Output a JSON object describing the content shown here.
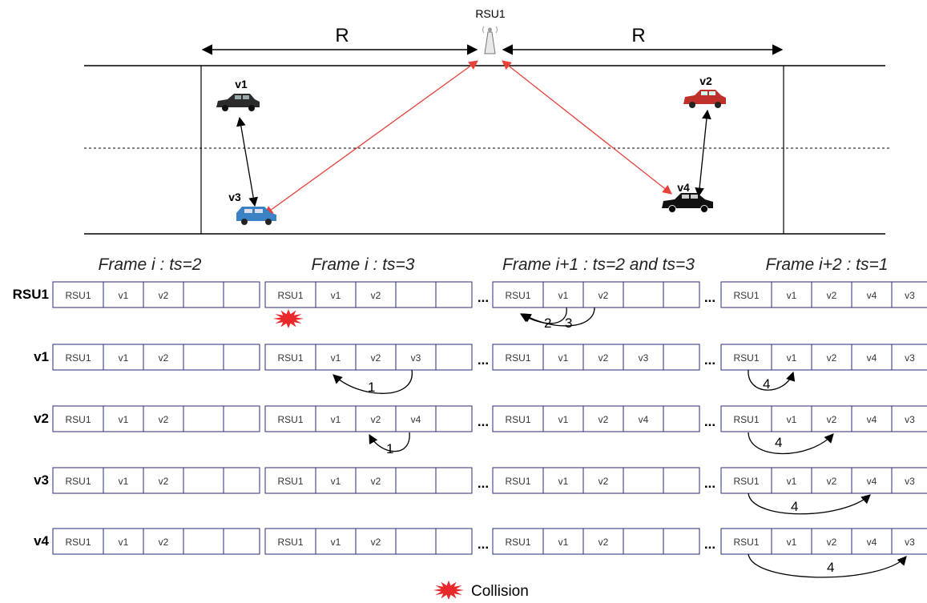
{
  "scene": {
    "rsu": "RSU1",
    "range_left": "R",
    "range_right": "R",
    "vehicles": [
      {
        "id": "v1",
        "label": "v1",
        "color": "#2b2b2b"
      },
      {
        "id": "v2",
        "label": "v2",
        "color": "#c0302a"
      },
      {
        "id": "v3",
        "label": "v3",
        "color": "#3b82c4"
      },
      {
        "id": "v4",
        "label": "v4",
        "color": "#111111"
      }
    ],
    "link_colors": {
      "rsu": "#e8413a",
      "v2v": "#000000"
    }
  },
  "frames": [
    {
      "title": "Frame i : ts=2"
    },
    {
      "title": "Frame i : ts=3"
    },
    {
      "title": "Frame i+1 : ts=2 and ts=3"
    },
    {
      "title": "Frame i+2 : ts=1"
    }
  ],
  "ellipsis": "...",
  "rows": [
    {
      "label": "RSU1",
      "frames": [
        [
          "RSU1",
          "v1",
          "v2",
          "",
          ""
        ],
        [
          "RSU1",
          "v1",
          "v2",
          "",
          ""
        ],
        [
          "RSU1",
          "v1",
          "v2",
          "",
          ""
        ],
        [
          "RSU1",
          "v1",
          "v2",
          "v4",
          "v3"
        ]
      ]
    },
    {
      "label": "v1",
      "frames": [
        [
          "RSU1",
          "v1",
          "v2",
          "",
          ""
        ],
        [
          "RSU1",
          "v1",
          "v2",
          "v3",
          ""
        ],
        [
          "RSU1",
          "v1",
          "v2",
          "v3",
          ""
        ],
        [
          "RSU1",
          "v1",
          "v2",
          "v4",
          "v3"
        ]
      ]
    },
    {
      "label": "v2",
      "frames": [
        [
          "RSU1",
          "v1",
          "v2",
          "",
          ""
        ],
        [
          "RSU1",
          "v1",
          "v2",
          "v4",
          ""
        ],
        [
          "RSU1",
          "v1",
          "v2",
          "v4",
          ""
        ],
        [
          "RSU1",
          "v1",
          "v2",
          "v4",
          "v3"
        ]
      ]
    },
    {
      "label": "v3",
      "frames": [
        [
          "RSU1",
          "v1",
          "v2",
          "",
          ""
        ],
        [
          "RSU1",
          "v1",
          "v2",
          "",
          ""
        ],
        [
          "RSU1",
          "v1",
          "v2",
          "",
          ""
        ],
        [
          "RSU1",
          "v1",
          "v2",
          "v4",
          "v3"
        ]
      ]
    },
    {
      "label": "v4",
      "frames": [
        [
          "RSU1",
          "v1",
          "v2",
          "",
          ""
        ],
        [
          "RSU1",
          "v1",
          "v2",
          "",
          ""
        ],
        [
          "RSU1",
          "v1",
          "v2",
          "",
          ""
        ],
        [
          "RSU1",
          "v1",
          "v2",
          "v4",
          "v3"
        ]
      ]
    }
  ],
  "annotations": {
    "rsu_frame3_a": "2",
    "rsu_frame3_b": "3",
    "v1_frame2": "1",
    "v2_frame2": "1",
    "v1_frame4": "4",
    "v2_frame4": "4",
    "v3_frame4": "4",
    "v4_frame4": "4"
  },
  "legend": {
    "collision": "Collision",
    "collision_color": "#e8282a"
  }
}
